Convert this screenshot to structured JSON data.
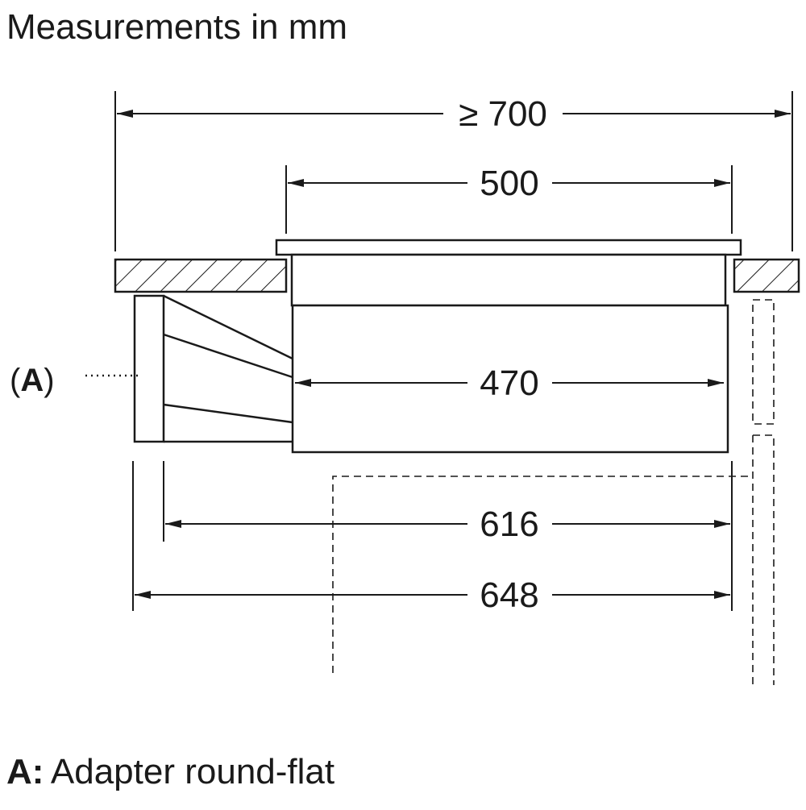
{
  "title": "Measurements in mm",
  "dimensions": {
    "overall_width": "≥ 700",
    "hob_width": "500",
    "body_width": "470",
    "depth_without_adapter": "616",
    "depth_with_adapter": "648"
  },
  "callout": {
    "open": "(",
    "letter": "A",
    "close": ")"
  },
  "legend": {
    "key": "A:",
    "text": "Adapter round-flat"
  },
  "colors": {
    "line": "#1a1a1a",
    "background": "#ffffff"
  }
}
